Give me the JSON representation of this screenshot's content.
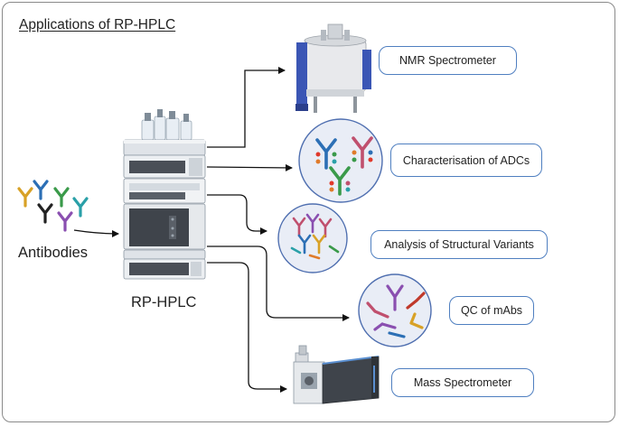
{
  "title": "Applications of RP-HPLC",
  "source_label": "Antibodies",
  "instrument_label": "RP-HPLC",
  "applications": [
    {
      "id": "nmr",
      "label": "NMR Spectrometer"
    },
    {
      "id": "adc",
      "label": "Characterisation of ADCs"
    },
    {
      "id": "variants",
      "label": "Analysis of Structural Variants"
    },
    {
      "id": "qc",
      "label": "QC of mAbs"
    },
    {
      "id": "mass",
      "label": "Mass Spectrometer"
    }
  ],
  "colors": {
    "border": "#8a8a8a",
    "box_border": "#4f7fc0",
    "circle_border": "#4f6fb0",
    "circle_fill": "#e9edf6",
    "arrow": "#111111",
    "antibody_colors": [
      "#d8a126",
      "#2c6fb5",
      "#3a9a4a",
      "#2aa0a8",
      "#222222",
      "#8a4fb0",
      "#c0506e",
      "#c0392b",
      "#e07b2a"
    ]
  },
  "icons": [
    "antibody-icon",
    "hplc-instrument-icon",
    "nmr-spectrometer-icon",
    "mass-spectrometer-icon",
    "arrow-icon"
  ]
}
